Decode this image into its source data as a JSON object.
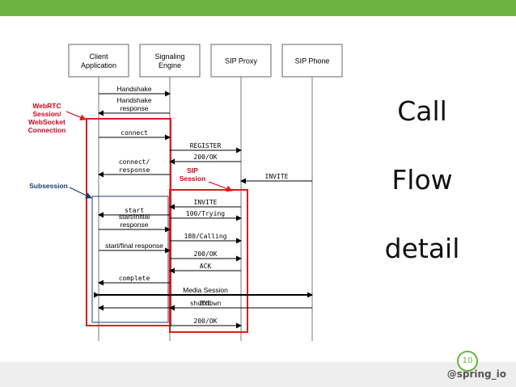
{
  "colors": {
    "top_bar": "#6db33f",
    "footer": "#eeeeee",
    "handle_text": "#555555",
    "box_red": "#e01b1b",
    "box_navy": "#1f3b73",
    "label_red": "#d0021b",
    "line": "#000000"
  },
  "slide": {
    "title_lines": [
      "Call",
      "Flow",
      "detail"
    ],
    "page_number": "10",
    "handle": "@spring_io"
  },
  "diagram": {
    "participants": [
      {
        "id": "client",
        "label_lines": [
          "Client",
          "Application"
        ]
      },
      {
        "id": "signaling",
        "label_lines": [
          "Signaling",
          "Engine"
        ]
      },
      {
        "id": "proxy",
        "label_lines": [
          "SIP Proxy"
        ]
      },
      {
        "id": "phone",
        "label_lines": [
          "SIP Phone"
        ]
      }
    ],
    "messages": [
      {
        "from": "client",
        "to": "signaling",
        "label_lines": [
          "Handshake"
        ],
        "mono": false
      },
      {
        "from": "signaling",
        "to": "client",
        "label_lines": [
          "Handshake",
          "response"
        ],
        "mono": false
      },
      {
        "from": "client",
        "to": "signaling",
        "label_lines": [
          "connect"
        ],
        "mono": true
      },
      {
        "from": "signaling",
        "to": "proxy",
        "label_lines": [
          "REGISTER"
        ],
        "mono": true
      },
      {
        "from": "proxy",
        "to": "signaling",
        "label_lines": [
          "200/OK"
        ],
        "mono": true
      },
      {
        "from": "signaling",
        "to": "client",
        "label_lines": [
          "connect/",
          "response"
        ],
        "mono": true
      },
      {
        "from": "phone",
        "to": "proxy",
        "label_lines": [
          "INVITE"
        ],
        "mono": true
      },
      {
        "from": "proxy",
        "to": "signaling",
        "label_lines": [
          "INVITE"
        ],
        "mono": true
      },
      {
        "from": "signaling",
        "to": "client",
        "label_lines": [
          "start"
        ],
        "mono": true
      },
      {
        "from": "signaling",
        "to": "proxy",
        "label_lines": [
          "100/Trying"
        ],
        "mono": true
      },
      {
        "from": "client",
        "to": "signaling",
        "label_lines": [
          "start/initial",
          "response"
        ],
        "mono": false
      },
      {
        "from": "signaling",
        "to": "proxy",
        "label_lines": [
          "180/Calling"
        ],
        "mono": true
      },
      {
        "from": "client",
        "to": "signaling",
        "label_lines": [
          "start/final response"
        ],
        "mono": false
      },
      {
        "from": "signaling",
        "to": "proxy",
        "label_lines": [
          "200/OK"
        ],
        "mono": true
      },
      {
        "from": "proxy",
        "to": "signaling",
        "label_lines": [
          "ACK"
        ],
        "mono": true
      },
      {
        "from": "signaling",
        "to": "client",
        "label_lines": [
          "complete"
        ],
        "mono": true
      },
      {
        "from": "client",
        "to": "phone",
        "label_lines": [
          "Media Session"
        ],
        "mono": false,
        "bidirectional": true,
        "bold": true
      },
      {
        "from": "phone",
        "to": "client",
        "label_lines": [
          "BYE"
        ],
        "mono": true
      },
      {
        "from": "proxy",
        "to": "signaling",
        "label_lines": [
          "shutdown"
        ],
        "mono": true
      },
      {
        "from": "signaling",
        "to": "proxy",
        "label_lines": [
          "200/OK"
        ],
        "mono": true
      }
    ],
    "regions": [
      {
        "id": "webrtc-session",
        "label_lines": [
          "WebRTC",
          "Session/",
          "WebSocket",
          "Connection"
        ]
      },
      {
        "id": "sip-session",
        "label_lines": [
          "SIP",
          "Session"
        ]
      },
      {
        "id": "subsession",
        "label_lines": [
          "Subsession"
        ]
      }
    ]
  }
}
